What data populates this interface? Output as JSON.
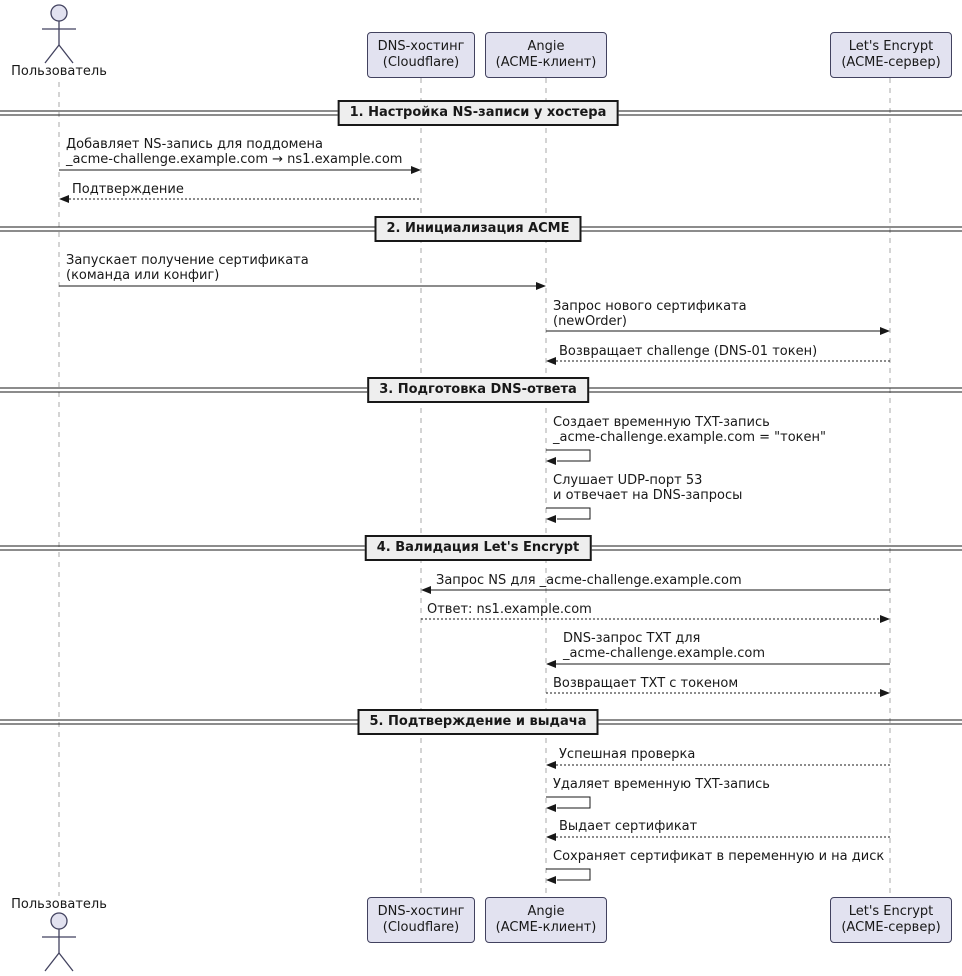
{
  "diagram": {
    "title_hint": "ACME DNS-01 sequence diagram",
    "actor": {
      "label": "Пользователь"
    },
    "participants": [
      {
        "id": "dns",
        "lines": [
          "DNS-хостинг",
          "(Cloudflare)"
        ]
      },
      {
        "id": "angie",
        "lines": [
          "Angie",
          "(ACME-клиент)"
        ]
      },
      {
        "id": "le",
        "lines": [
          "Let's Encrypt",
          "(ACME-сервер)"
        ]
      }
    ],
    "dividers": [
      {
        "label": "1. Настройка NS-записи у хостера"
      },
      {
        "label": "2. Инициализация ACME"
      },
      {
        "label": "3. Подготовка DNS-ответа"
      },
      {
        "label": "4. Валидация Let's Encrypt"
      },
      {
        "label": "5. Подтверждение и выдача"
      }
    ],
    "messages": [
      {
        "from": "user",
        "to": "dns",
        "type": "solid",
        "lines": [
          "Добавляет NS-запись для поддомена",
          "_acme-challenge.example.com → ns1.example.com"
        ]
      },
      {
        "from": "dns",
        "to": "user",
        "type": "dashed",
        "lines": [
          "Подтверждение"
        ]
      },
      {
        "from": "user",
        "to": "angie",
        "type": "solid",
        "lines": [
          "Запускает получение сертификата",
          "(команда или конфиг)"
        ]
      },
      {
        "from": "angie",
        "to": "le",
        "type": "solid",
        "lines": [
          "Запрос нового сертификата",
          "(newOrder)"
        ]
      },
      {
        "from": "le",
        "to": "angie",
        "type": "dashed",
        "lines": [
          "Возвращает challenge (DNS-01 токен)"
        ]
      },
      {
        "from": "angie",
        "to": "angie",
        "type": "self",
        "lines": [
          "Создает временную TXT-запись",
          "_acme-challenge.example.com = \"токен\""
        ]
      },
      {
        "from": "angie",
        "to": "angie",
        "type": "self",
        "lines": [
          "Слушает UDP-порт 53",
          "и отвечает на DNS-запросы"
        ]
      },
      {
        "from": "le",
        "to": "dns",
        "type": "solid",
        "lines": [
          "Запрос NS для _acme-challenge.example.com"
        ]
      },
      {
        "from": "dns",
        "to": "le",
        "type": "dashed",
        "lines": [
          "Ответ: ns1.example.com"
        ]
      },
      {
        "from": "le",
        "to": "angie",
        "type": "solid",
        "lines": [
          "DNS-запрос TXT для",
          "_acme-challenge.example.com"
        ]
      },
      {
        "from": "angie",
        "to": "le",
        "type": "dashed",
        "lines": [
          "Возвращает TXT с токеном"
        ]
      },
      {
        "from": "le",
        "to": "angie",
        "type": "dashed",
        "lines": [
          "Успешная проверка"
        ]
      },
      {
        "from": "angie",
        "to": "angie",
        "type": "self",
        "lines": [
          "Удаляет временную TXT-запись"
        ]
      },
      {
        "from": "le",
        "to": "angie",
        "type": "dashed",
        "lines": [
          "Выдает сертификат"
        ]
      },
      {
        "from": "angie",
        "to": "angie",
        "type": "self",
        "lines": [
          "Сохраняет сертификат в переменную и на диск"
        ]
      }
    ],
    "colors": {
      "participant_fill": "#E2E2F0",
      "participant_border": "#42425f",
      "divider_fill": "#EEEEEE",
      "divider_border": "#181818",
      "lifeline": "#A8A8A8",
      "arrow": "#181818",
      "background": "#FFFFFF"
    }
  }
}
